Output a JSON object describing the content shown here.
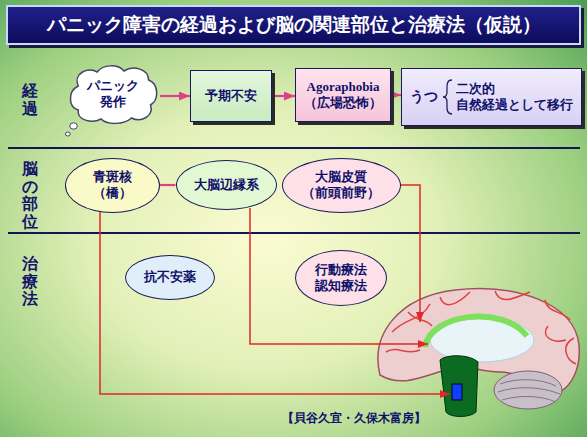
{
  "diagram": {
    "title": "パニック障害の経過および脳の関連部位と治療法（仮説）",
    "caption": "【貝谷久宜・久保木富房】",
    "nodes": [
      {
        "text": [
          "パニック 発作"
        ]
      },
      {
        "text": [
          "予期不安"
        ]
      },
      {
        "text": [
          "Agoraphobia （広場恐怖）"
        ]
      },
      {
        "text": [
          "うつ",
          "二次的",
          "自然経過として移行"
        ]
      },
      {
        "text": [
          "青斑核 （橋）"
        ]
      },
      {
        "text": [
          "大脳辺縁系"
        ]
      },
      {
        "text": [
          "大脳皮質 （前頭前野）"
        ]
      },
      {
        "text": [
          "抗不安薬"
        ]
      },
      {
        "text": [
          "行動療法 認知療法"
        ]
      }
    ],
    "edges": [
      {
        "from": 0,
        "to": 1,
        "arrow": "to"
      },
      {
        "from": 1,
        "to": 2,
        "arrow": "to"
      },
      {
        "from": 2,
        "to": 3,
        "arrow": "to"
      },
      {
        "from": 4,
        "to": 5,
        "arrow": "none"
      }
    ],
    "labels": [
      "経過",
      "脳の部位",
      "治療法"
    ]
  }
}
